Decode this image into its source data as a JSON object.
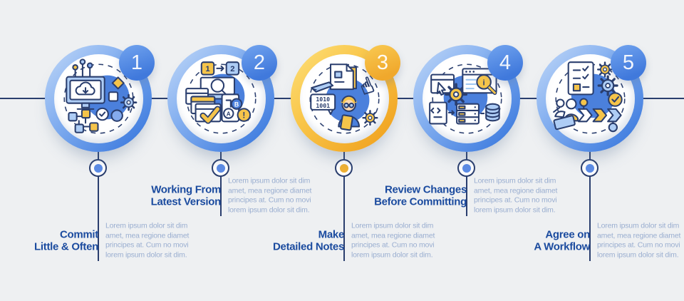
{
  "infographic": {
    "background_color": "#eef0f2",
    "timeline_color": "#2a3e6e",
    "title_color": "#1b4b9f",
    "body_color": "#9aaed0",
    "accents": {
      "blue": "#4b80dc",
      "yellow": "#f1b232"
    },
    "steps": [
      {
        "number": "1",
        "accent": "blue",
        "icon": "commit-flowchart-illustration",
        "title_line1": "Commit",
        "title_line2": "Little & Often",
        "body_lines": [
          "Lorem ipsum dolor sit dim",
          "amet, mea regione diamet",
          "principes at. Cum no movi",
          "lorem ipsum dolor sit dim."
        ]
      },
      {
        "number": "2",
        "accent": "blue",
        "icon": "version-update-illustration",
        "title_line1": "Working From",
        "title_line2": "Latest Version",
        "body_lines": [
          "Lorem ipsum dolor sit dim",
          "amet, mea regione diamet",
          "principes at. Cum no movi",
          "lorem ipsum dolor sit dim."
        ]
      },
      {
        "number": "3",
        "accent": "yellow",
        "icon": "note-taking-illustration",
        "title_line1": "Make",
        "title_line2": "Detailed Notes",
        "body_lines": [
          "Lorem ipsum dolor sit dim",
          "amet, mea regione diamet",
          "principes at. Cum no movi",
          "lorem ipsum dolor sit dim."
        ]
      },
      {
        "number": "4",
        "accent": "blue",
        "icon": "code-review-illustration",
        "title_line1": "Review Changes",
        "title_line2": "Before Committing",
        "body_lines": [
          "Lorem ipsum dolor sit dim",
          "amet, mea regione diamet",
          "principes at. Cum no movi",
          "lorem ipsum dolor sit dim."
        ]
      },
      {
        "number": "5",
        "accent": "blue",
        "icon": "team-workflow-illustration",
        "title_line1": "Agree on",
        "title_line2": "A Workflow",
        "body_lines": [
          "Lorem ipsum dolor sit dim",
          "amet, mea regione diamet",
          "principes at. Cum no movi",
          "lorem ipsum dolor sit dim."
        ]
      }
    ]
  }
}
